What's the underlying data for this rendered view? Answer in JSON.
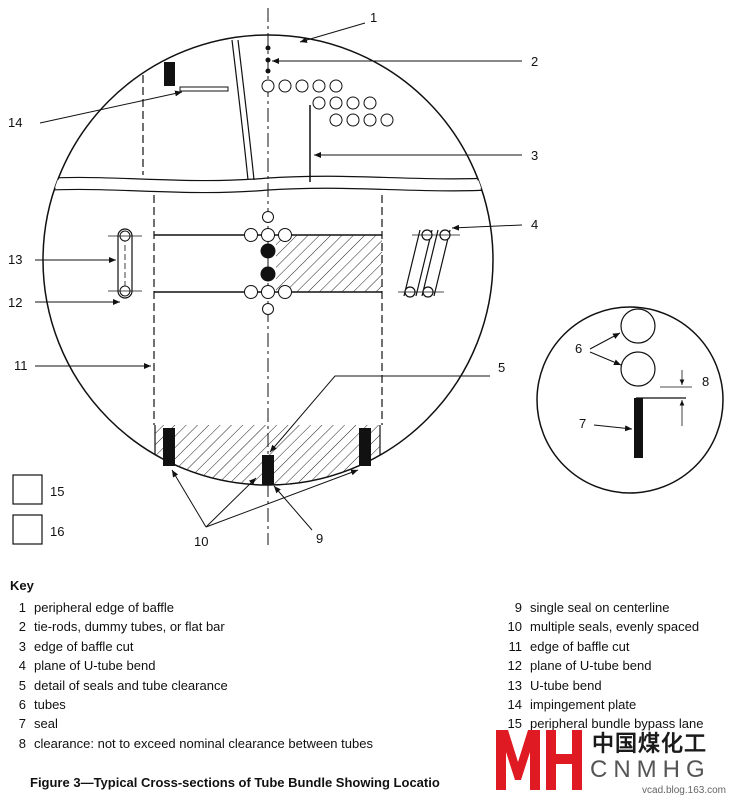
{
  "callouts": {
    "c1": "1",
    "c2": "2",
    "c3": "3",
    "c4": "4",
    "c5": "5",
    "c6": "6",
    "c7": "7",
    "c8": "8",
    "c9": "9",
    "c10": "10",
    "c11": "11",
    "c12": "12",
    "c13": "13",
    "c14": "14",
    "c15": "15",
    "c16": "16"
  },
  "key": {
    "title": "Key",
    "left": [
      {
        "num": "1",
        "text": "peripheral edge of baffle"
      },
      {
        "num": "2",
        "text": "tie-rods, dummy tubes, or flat bar"
      },
      {
        "num": "3",
        "text": "edge of baffle cut"
      },
      {
        "num": "4",
        "text": "plane of U-tube bend"
      },
      {
        "num": "5",
        "text": "detail of seals and tube clearance"
      },
      {
        "num": "6",
        "text": "tubes"
      },
      {
        "num": "7",
        "text": "seal"
      },
      {
        "num": "8",
        "text": "clearance: not to exceed nominal clearance between tubes"
      }
    ],
    "right": [
      {
        "num": "9",
        "text": "single seal on centerline"
      },
      {
        "num": "10",
        "text": "multiple seals, evenly spaced"
      },
      {
        "num": "11",
        "text": "edge of baffle cut"
      },
      {
        "num": "12",
        "text": "plane of U-tube bend"
      },
      {
        "num": "13",
        "text": "U-tube bend"
      },
      {
        "num": "14",
        "text": "impingement plate"
      },
      {
        "num": "15",
        "text": "peripheral bundle bypass lane"
      }
    ]
  },
  "caption": "Figure 3—Typical Cross-sections of Tube Bundle Showing Locatio",
  "watermark": {
    "logo_text": "MH",
    "chinese": "中国煤化工",
    "english": "CNMHG",
    "url": "vcad.blog.163.com",
    "color": "#e01a22"
  }
}
